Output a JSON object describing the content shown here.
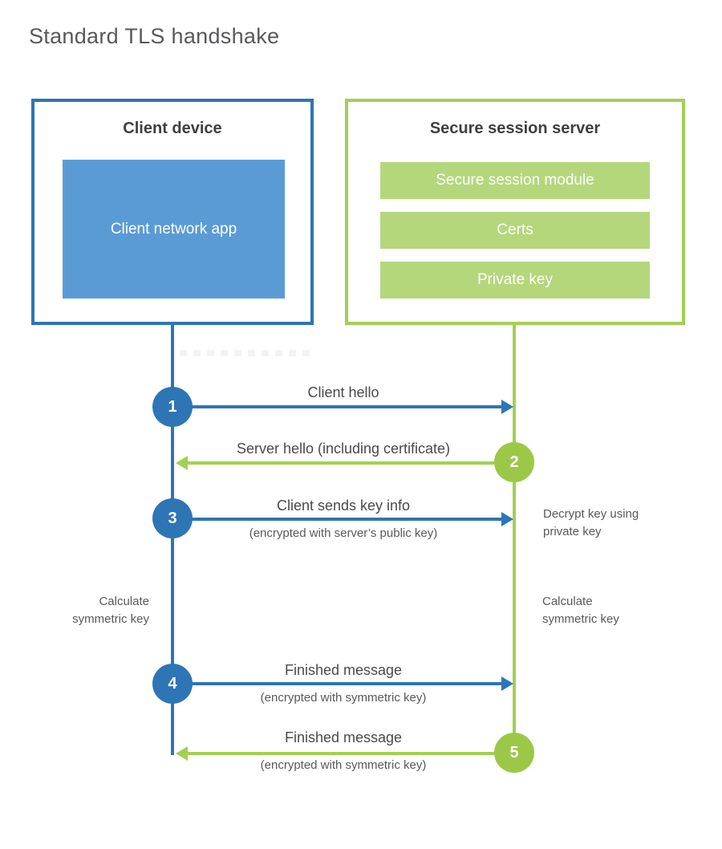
{
  "title": "Standard TLS handshake",
  "colors": {
    "client_blue": "#2e75b6",
    "client_fill_blue": "#5b9bd5",
    "server_green_border": "#a3cf58",
    "server_green_line": "#a3cf52",
    "server_green_circle": "#9cc847",
    "server_bar_fill": "#b4d77c",
    "heading_text": "#3f3f3f",
    "label_text": "#4a4a4a",
    "note_text": "#595959"
  },
  "client": {
    "title": "Client device",
    "app_label": "Client network app"
  },
  "server": {
    "title": "Secure session server",
    "modules": [
      "Secure session module",
      "Certs",
      "Private key"
    ]
  },
  "messages": [
    {
      "step": "1",
      "from": "client",
      "direction": "right",
      "label": "Client hello",
      "sublabel": ""
    },
    {
      "step": "2",
      "from": "server",
      "direction": "left",
      "label": "Server hello (including certificate)",
      "sublabel": ""
    },
    {
      "step": "3",
      "from": "client",
      "direction": "right",
      "label": "Client sends key info",
      "sublabel": "(encrypted with server’s public key)"
    },
    {
      "step": "4",
      "from": "client",
      "direction": "right",
      "label": "Finished message",
      "sublabel": "(encrypted with symmetric key)"
    },
    {
      "step": "5",
      "from": "server",
      "direction": "left",
      "label": "Finished message",
      "sublabel": "(encrypted with symmetric key)"
    }
  ],
  "side_notes": {
    "decrypt": "Decrypt key using private key",
    "calc_left": "Calculate symmetric key",
    "calc_right": "Calculate symmetric key"
  }
}
